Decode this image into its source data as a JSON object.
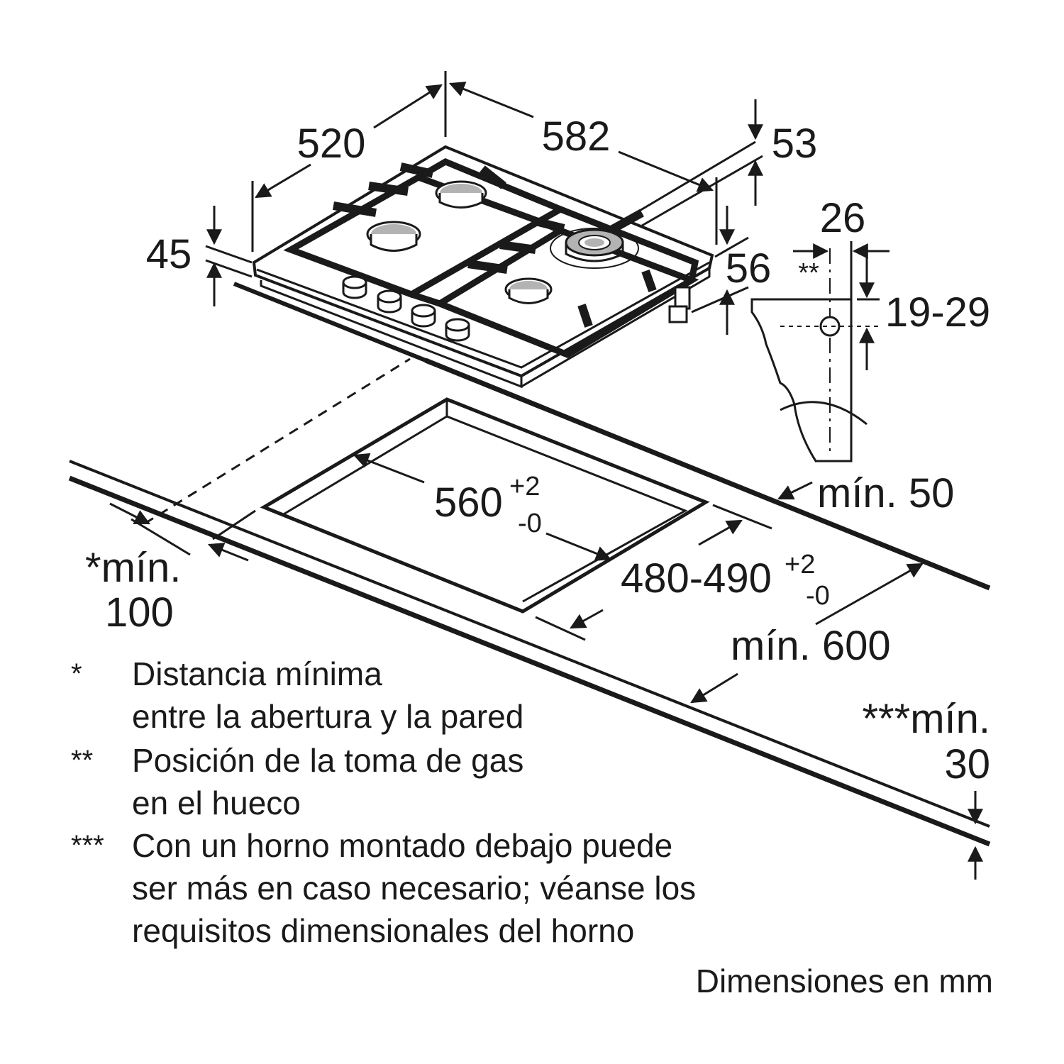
{
  "dimensions": {
    "depth": "520",
    "width": "582",
    "height_front": "45",
    "height_total": "53",
    "side_height": "56",
    "gas_offset": "26",
    "gas_height": "19-29",
    "gas_marker": "**",
    "cutout_width": "560",
    "cutout_width_tol_plus": "+2",
    "cutout_width_tol_minus": "-0",
    "cutout_depth": "480-490",
    "cutout_depth_tol_plus": "+2",
    "cutout_depth_tol_minus": "-0",
    "min_back": "mín. 50",
    "min_front_prefix": "*mín.",
    "min_front_value": "100",
    "min_worktop": "mín. 600",
    "min_below_prefix": "***mín.",
    "min_below_value": "30"
  },
  "notes": [
    {
      "mark": "*",
      "lines": [
        "Distancia mínima",
        "entre la abertura y la pared"
      ]
    },
    {
      "mark": "**",
      "lines": [
        "Posición de la toma de gas",
        "en el hueco"
      ]
    },
    {
      "mark": "***",
      "lines": [
        "Con un horno montado debajo puede",
        "ser más en caso necesario; véanse los",
        "requisitos dimensionales del horno"
      ]
    }
  ],
  "footer": "Dimensiones en mm",
  "icons": {
    "arrow": "arrowhead-icon",
    "burner": "burner-icon",
    "knob": "knob-icon"
  }
}
